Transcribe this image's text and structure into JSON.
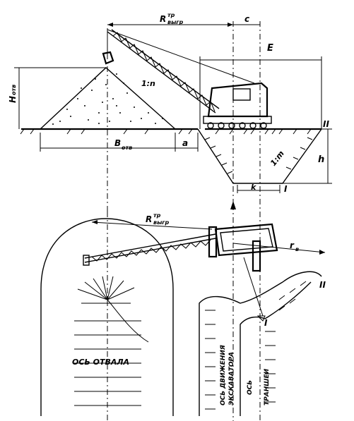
{
  "elevation": {
    "labels": {
      "reach": "R",
      "reach_sup": "тр",
      "reach_sub": "выгр",
      "c": "c",
      "E": "E",
      "h_dump": "H",
      "h_dump_sub": "отв",
      "slope_dump": "1:n",
      "slope_trench": "1:m",
      "depth": "h",
      "width_dump": "B",
      "width_dump_sub": "отв",
      "gap": "a",
      "bottom_width": "k",
      "mark_one": "I",
      "mark_two": "II"
    }
  },
  "plan": {
    "labels": {
      "reach": "R",
      "reach_sup": "тр",
      "reach_sub": "выгр",
      "radius": "r",
      "radius_sub": "в",
      "dump_axis": "ОСЬ ОТВАЛА",
      "excavator_axis_line1": "ОСЬ ДВИЖЕНИЯ",
      "excavator_axis_line2": "ЭКСКАВАТОРА",
      "trench_axis_line1": "ОСЬ",
      "trench_axis_line2": "ТРАНШЕИ",
      "mark_one": "I",
      "mark_two": "II"
    }
  }
}
